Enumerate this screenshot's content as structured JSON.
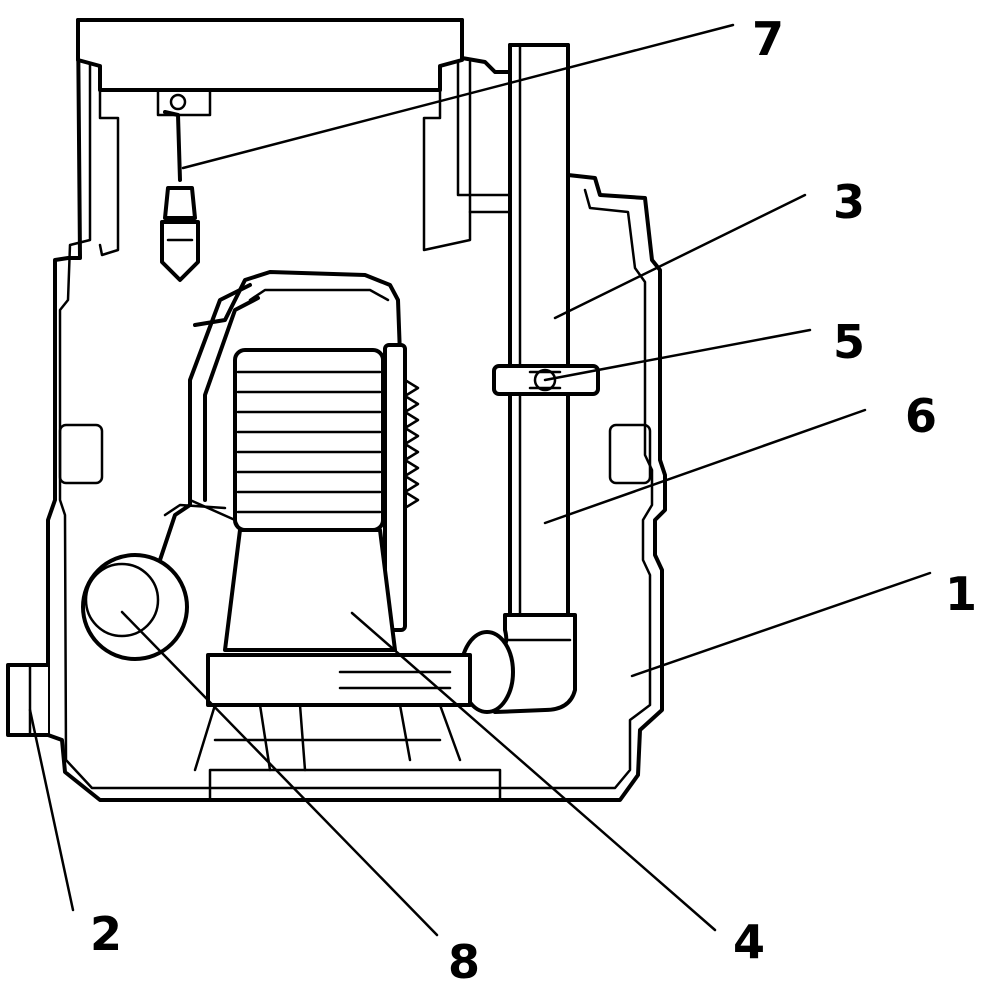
{
  "callouts": [
    {
      "id": "1",
      "label": "1"
    },
    {
      "id": "2",
      "label": "2"
    },
    {
      "id": "3",
      "label": "3"
    },
    {
      "id": "4",
      "label": "4"
    },
    {
      "id": "5",
      "label": "5"
    },
    {
      "id": "6",
      "label": "6"
    },
    {
      "id": "7",
      "label": "7"
    },
    {
      "id": "8",
      "label": "8"
    }
  ],
  "stroke_color": "#000000",
  "background_color": "#ffffff"
}
